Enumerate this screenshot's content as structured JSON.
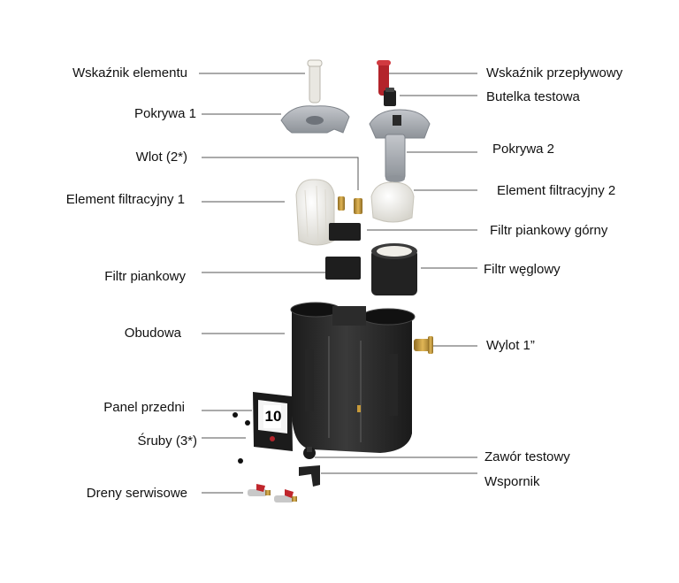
{
  "labels_left": [
    {
      "id": "wskaznik-elementu",
      "text": "Wskaźnik elementu"
    },
    {
      "id": "pokrywa-1",
      "text": "Pokrywa 1"
    },
    {
      "id": "wlot",
      "text": "Wlot (2*)"
    },
    {
      "id": "element-filtracyjny-1",
      "text": "Element filtracyjny 1"
    },
    {
      "id": "filtr-piankowy",
      "text": "Filtr piankowy"
    },
    {
      "id": "obudowa",
      "text": "Obudowa"
    },
    {
      "id": "panel-przedni",
      "text": "Panel przedni"
    },
    {
      "id": "sruby",
      "text": "Śruby (3*)"
    },
    {
      "id": "dreny-serwisowe",
      "text": "Dreny serwisowe"
    }
  ],
  "labels_right": [
    {
      "id": "wskaznik-przeplywowy",
      "text": "Wskaźnik przepływowy"
    },
    {
      "id": "butelka-testowa",
      "text": "Butelka testowa"
    },
    {
      "id": "pokrywa-2",
      "text": "Pokrywa 2"
    },
    {
      "id": "element-filtracyjny-2",
      "text": "Element filtracyjny 2"
    },
    {
      "id": "filtr-piankowy-gorny",
      "text": "Filtr piankowy górny"
    },
    {
      "id": "filtr-weglowy",
      "text": "Filtr węglowy"
    },
    {
      "id": "wylot",
      "text": "Wylot 1”"
    },
    {
      "id": "zawor-testowy",
      "text": "Zawór testowy"
    },
    {
      "id": "wspornik",
      "text": "Wspornik"
    }
  ],
  "panel_number": "10",
  "colors": {
    "housing": "#2a2a2a",
    "lid": "#a9adb3",
    "indicator_red": "#b3242b",
    "brass": "#c79a3a",
    "filter_white": "#f2f1ec"
  }
}
